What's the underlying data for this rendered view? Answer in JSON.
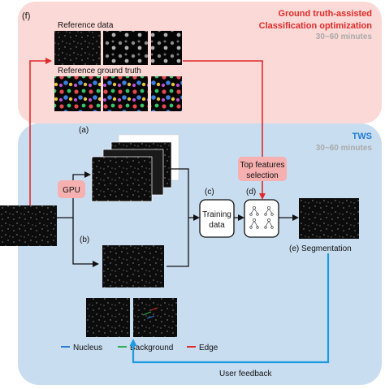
{
  "panel_f": {
    "label": "(f)",
    "reference_data_label": "Reference data",
    "reference_ground_truth_label": "Reference ground truth",
    "title_line1": "Ground truth-assisted",
    "title_line2": "Classification optimization",
    "time": "30~60 minutes"
  },
  "panel_tws": {
    "title": "TWS",
    "time": "30~60 minutes"
  },
  "labels": {
    "a": "(a)",
    "b": "(b)",
    "c": "(c)",
    "d": "(d)",
    "gpu": "GPU",
    "top_features_line1": "Top features",
    "top_features_line2": "selection",
    "training_line1": "Training",
    "training_line2": "data",
    "segmentation": "(e) Segmentation",
    "user_feedback": "User feedback"
  },
  "legend": [
    {
      "label": "Nucleus",
      "color": "#2b7bd6"
    },
    {
      "label": "Background",
      "color": "#2fae4f"
    },
    {
      "label": "Edge",
      "color": "#e02b2b"
    }
  ],
  "colors": {
    "top_panel": "#fbd9d6",
    "bottom_panel": "#c9ddf0",
    "accent_red": "#e02b2b",
    "arrow_blue": "#1e9be0",
    "gpu_box": "#f6b0b0",
    "title_gray": "#a9a9a9"
  }
}
